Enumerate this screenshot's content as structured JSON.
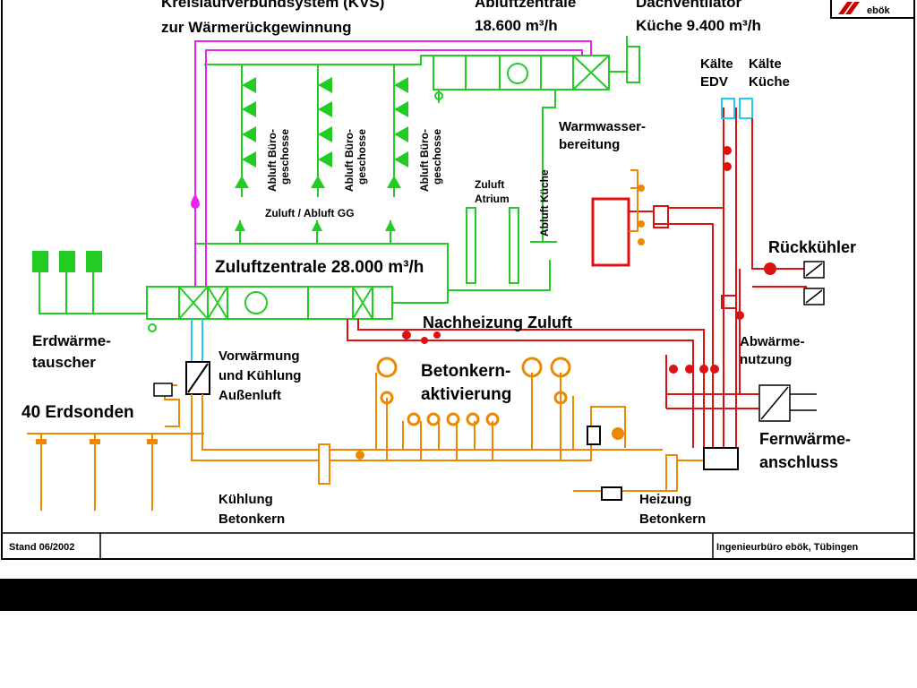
{
  "labels": {
    "kvs_line1": "Kreislaufverbundsystem (KVS)",
    "kvs_line2": "zur Wärmerückgewinnung",
    "abluft_line1": "Abluftzentrale",
    "abluft_line2": "18.600 m³/h",
    "dach_line1": "Dachventilator",
    "dach_line2": "Küche 9.400 m³/h",
    "logo": "ebök",
    "kaelte_edv_1": "Kälte",
    "kaelte_edv_2": "EDV",
    "kaelte_kueche_1": "Kälte",
    "kaelte_kueche_2": "Küche",
    "abluft_buero_1": "Abluft Büro-",
    "abluft_buero_2": "geschosse",
    "warmwasser_1": "Warmwasser-",
    "warmwasser_2": "bereitung",
    "zuluft_atrium_1": "Zuluft",
    "zuluft_atrium_2": "Atrium",
    "abluft_kueche": "Abluft Küche",
    "zuluft_abluft_gg": "Zuluft / Abluft GG",
    "rueckkuehler": "Rückkühler",
    "zuluftzentrale": "Zuluftzentrale 28.000 m³/h",
    "erdwaerme_1": "Erdwärme-",
    "erdwaerme_2": "tauscher",
    "nachheizung": "Nachheizung Zuluft",
    "abwaerme_1": "Abwärme-",
    "abwaerme_2": "nutzung",
    "vorwaermung_1": "Vorwärmung",
    "vorwaermung_2": "und Kühlung",
    "vorwaermung_3": "Außenluft",
    "betonkern_1": "Betonkern-",
    "betonkern_2": "aktivierung",
    "erdsonden": "40 Erdsonden",
    "fernwaerme_1": "Fernwärme-",
    "fernwaerme_2": "anschluss",
    "kuehlung_1": "Kühlung",
    "kuehlung_2": "Betonkern",
    "heizung_1": "Heizung",
    "heizung_2": "Betonkern",
    "stand": "Stand 06/2002",
    "credit": "Ingenieurbüro ebök, Tübingen"
  },
  "colors": {
    "ventilation": "#22cc22",
    "kvs": "#ee22ee",
    "heating": "#dd1111",
    "cooling": "#ee8800",
    "outdoor_air": "#22ccee"
  }
}
